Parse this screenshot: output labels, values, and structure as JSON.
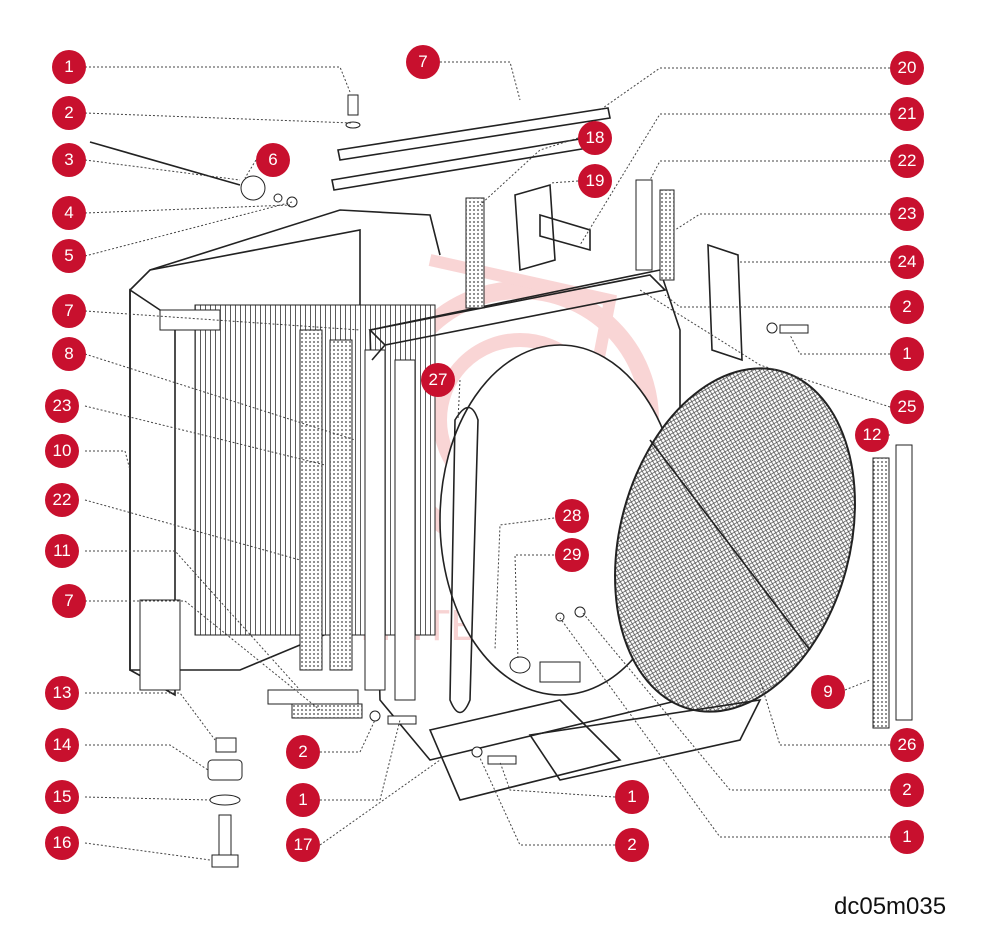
{
  "diagram_code": "dc05m035",
  "callouts": [
    "1",
    "2",
    "3",
    "4",
    "5",
    "6",
    "7",
    "7",
    "8",
    "9",
    "10",
    "11",
    "12",
    "13",
    "14",
    "15",
    "16",
    "17",
    "18",
    "19",
    "20",
    "21",
    "22",
    "22",
    "23",
    "23",
    "24",
    "25",
    "26",
    "27",
    "28",
    "29",
    "1",
    "2",
    "1",
    "2",
    "1",
    "2",
    "1",
    "2",
    "7"
  ],
  "watermark_text": "ИНТЕН",
  "colors": {
    "callout": "#c8102e",
    "line": "#222222",
    "watermark": "#f3b6b6"
  }
}
